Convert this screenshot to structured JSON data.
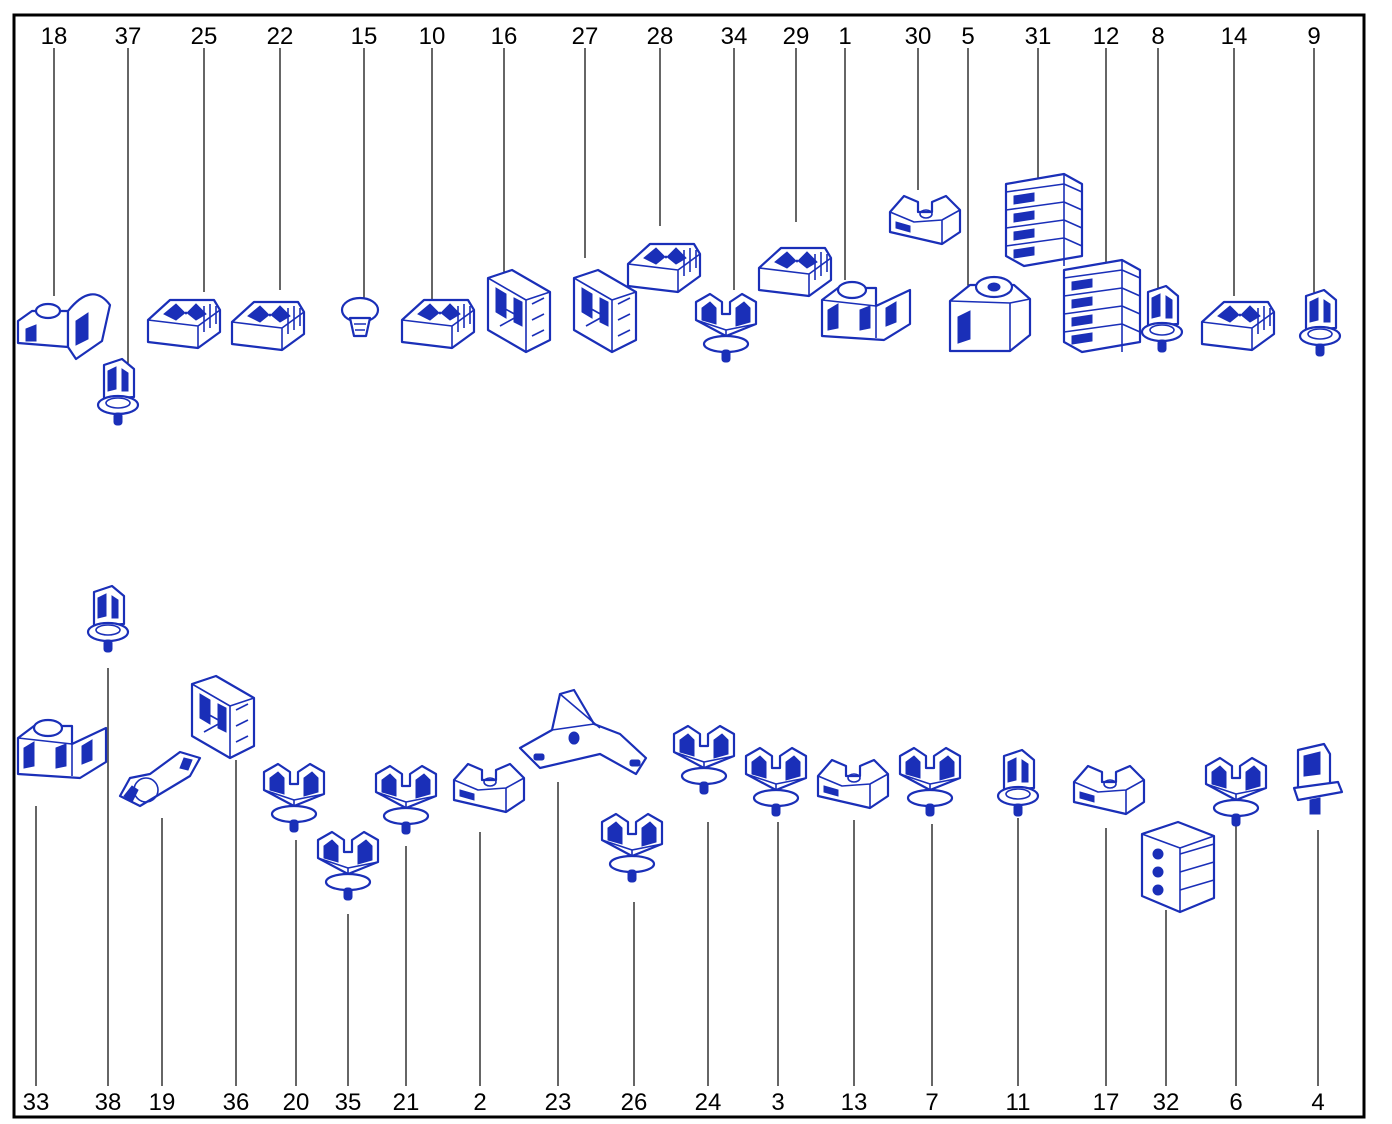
{
  "colors": {
    "line_art": "#1a2fb8",
    "frame": "#000000",
    "background": "#ffffff"
  },
  "parts_top": [
    {
      "label": "18",
      "icon": "clip-bracket-icon"
    },
    {
      "label": "37",
      "icon": "push-clip-icon"
    },
    {
      "label": "25",
      "icon": "ribbed-block-icon"
    },
    {
      "label": "22",
      "icon": "ribbed-block-icon"
    },
    {
      "label": "15",
      "icon": "push-rivet-icon"
    },
    {
      "label": "10",
      "icon": "ribbed-block-icon"
    },
    {
      "label": "16",
      "icon": "large-block-icon"
    },
    {
      "label": "27",
      "icon": "large-block-icon"
    },
    {
      "label": "28",
      "icon": "ribbed-block-icon"
    },
    {
      "label": "34",
      "icon": "pipe-clip-icon"
    },
    {
      "label": "29",
      "icon": "ribbed-block-icon"
    },
    {
      "label": "1",
      "icon": "double-clip-icon"
    },
    {
      "label": "30",
      "icon": "saddle-clip-icon"
    },
    {
      "label": "5",
      "icon": "cup-clip-icon"
    },
    {
      "label": "31",
      "icon": "multi-clip-rack-icon"
    },
    {
      "label": "12",
      "icon": "multi-clip-rack-icon"
    },
    {
      "label": "8",
      "icon": "push-clip-icon"
    },
    {
      "label": "14",
      "icon": "ribbed-block-icon"
    },
    {
      "label": "9",
      "icon": "push-clip-icon"
    }
  ],
  "parts_bottom": [
    {
      "label": "33",
      "icon": "double-clip-icon"
    },
    {
      "label": "38",
      "icon": "push-clip-icon"
    },
    {
      "label": "19",
      "icon": "cable-tie-clip-icon"
    },
    {
      "label": "36",
      "icon": "large-block-icon"
    },
    {
      "label": "20",
      "icon": "pipe-clip-icon"
    },
    {
      "label": "35",
      "icon": "pipe-clip-icon"
    },
    {
      "label": "21",
      "icon": "pipe-clip-icon"
    },
    {
      "label": "2",
      "icon": "saddle-clip-icon"
    },
    {
      "label": "23",
      "icon": "bracket-plate-icon"
    },
    {
      "label": "26",
      "icon": "pipe-clip-icon"
    },
    {
      "label": "24",
      "icon": "pipe-clip-icon"
    },
    {
      "label": "3",
      "icon": "pipe-clip-icon"
    },
    {
      "label": "13",
      "icon": "saddle-clip-icon"
    },
    {
      "label": "7",
      "icon": "pipe-clip-icon"
    },
    {
      "label": "11",
      "icon": "push-clip-icon"
    },
    {
      "label": "17",
      "icon": "saddle-clip-icon"
    },
    {
      "label": "32",
      "icon": "triple-block-icon"
    },
    {
      "label": "6",
      "icon": "pipe-clip-icon"
    },
    {
      "label": "4",
      "icon": "hook-clip-icon"
    }
  ]
}
